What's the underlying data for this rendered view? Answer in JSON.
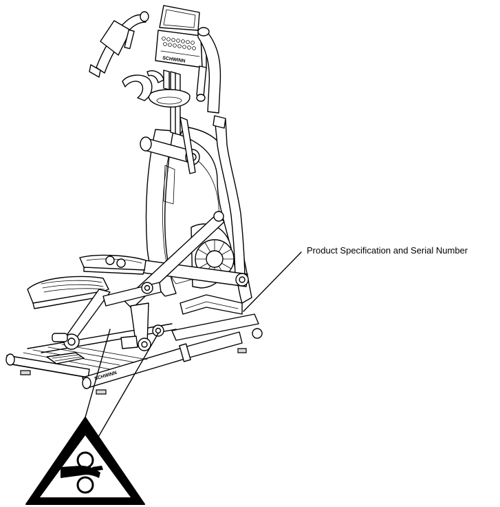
{
  "figure": {
    "callouts": [
      {
        "label": "Product Specification and Serial Number"
      }
    ],
    "console_brand": "SCHWINN",
    "rail_brand": "SCHWINN",
    "icons": [
      "elliptical-trainer-illustration",
      "pinch-point-warning-icon"
    ],
    "colors": {
      "line": "#000000",
      "background": "#ffffff",
      "shade": "#d9d9d9"
    }
  }
}
